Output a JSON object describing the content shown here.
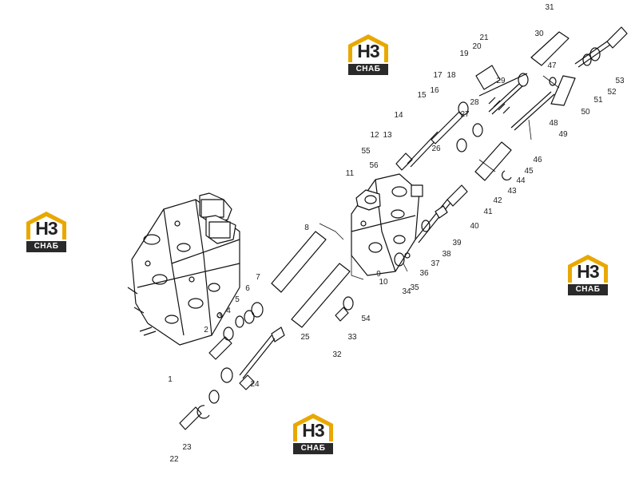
{
  "watermark": {
    "main": "H3",
    "sub": "СНАБ",
    "accent": "#e8a800"
  },
  "part_numbers": [
    "1",
    "2",
    "3",
    "4",
    "5",
    "6",
    "7",
    "8",
    "9",
    "10",
    "11",
    "12",
    "13",
    "14",
    "15",
    "16",
    "17",
    "18",
    "19",
    "20",
    "21",
    "22",
    "23",
    "24",
    "25",
    "26",
    "27",
    "28",
    "29",
    "30",
    "31",
    "32",
    "33",
    "34",
    "35",
    "36",
    "37",
    "38",
    "39",
    "40",
    "41",
    "42",
    "43",
    "44",
    "45",
    "46",
    "47",
    "48",
    "49",
    "50",
    "51",
    "52",
    "53",
    "54",
    "55",
    "56"
  ]
}
